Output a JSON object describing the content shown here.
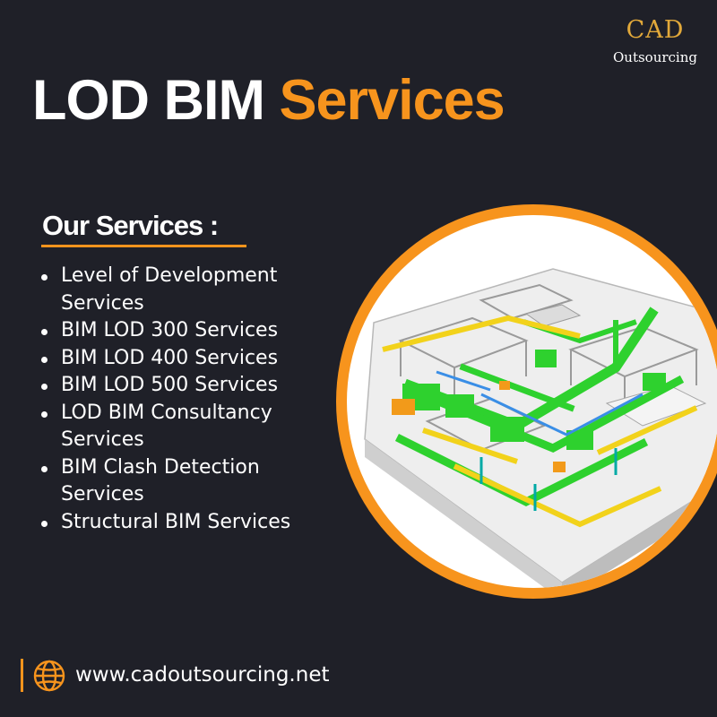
{
  "logo": {
    "line1": "CAD",
    "line2": "Outsourcing"
  },
  "headline": {
    "white_text": "LOD BIM",
    "orange_text": "Services"
  },
  "services": {
    "heading": "Our Services :",
    "items": [
      "Level of Development Services",
      "BIM LOD 300 Services",
      "BIM LOD 400 Services",
      "BIM LOD 500 Services",
      "LOD BIM Consultancy Services",
      "BIM Clash Detection Services",
      "Structural BIM Services"
    ]
  },
  "footer": {
    "website": "www.cadoutsourcing.net",
    "icon": "globe-icon"
  },
  "colors": {
    "background": "#1f2028",
    "accent": "#f7941d",
    "logo_gold": "#e2a93a"
  }
}
